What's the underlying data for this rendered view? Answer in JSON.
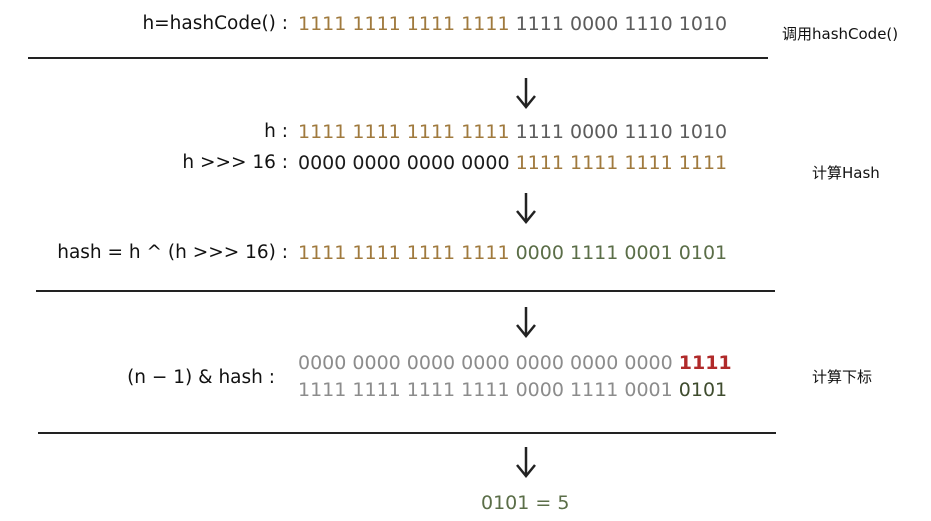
{
  "section1": {
    "label": "h=hashCode() :",
    "value_high": "1111 1111 1111 1111",
    "value_low": "1111 0000 1110 1010",
    "side_label": "调用hashCode()"
  },
  "section2": {
    "h_label": "h :",
    "h_high": "1111 1111 1111 1111",
    "h_low": "1111 0000 1110 1010",
    "shift_label": "h >>> 16 :",
    "shift_high": "0000 0000 0000 0000",
    "shift_low": "1111 1111 1111 1111",
    "side_label": "计算Hash",
    "hash_label": "hash = h ^ (h >>> 16) :",
    "hash_high": "1111 1111 1111 1111",
    "hash_low": "0000 1111 0001 0101"
  },
  "section3": {
    "label": "(n  −  1) & hash :",
    "mask_zero": "0000 0000 0000 0000 0000 0000 0000",
    "mask_ones": "1111",
    "hash_prefix": "1111 1111 1111 1111 0000 1111 0001",
    "hash_tail": "0101",
    "side_label": "计算下标"
  },
  "result": {
    "text": "0101 = 5"
  },
  "colors": {
    "gold": "#a07a3e",
    "dark": "#5c5c5c",
    "olive": "#5b6e48",
    "gray": "#8c8c8c",
    "red": "#b02a2a"
  }
}
